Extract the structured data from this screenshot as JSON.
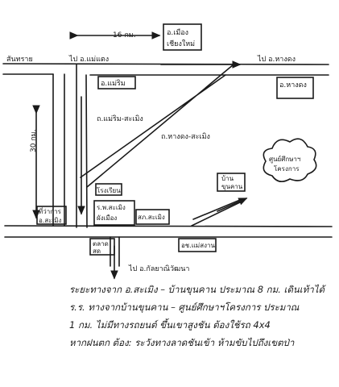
{
  "colors": {
    "ink": "#1a1a1a",
    "paper": "#ffffff"
  },
  "distances": {
    "top": "16 กม.",
    "left": "30 กม."
  },
  "places": {
    "mueang_chiangmai": [
      "อ.เมือง",
      "เชียงใหม่"
    ],
    "mae_rim": "อ.แม่ริม",
    "hang_dong": "อ.หางดง",
    "ban_khun_khan": [
      "บ้าน",
      "ขุนคาน"
    ],
    "samoeng_office": [
      "ที่ว่าการ",
      "อ.สะเมิง"
    ],
    "school": "โรงเรียน",
    "hospital": [
      "ร.พ.สะเมิง",
      "ผังเมือง"
    ],
    "police": "สภ.สะเมิง",
    "market": [
      "ตลาด",
      "สด"
    ],
    "mae_sangan": "อช.แม่สงาน",
    "reserve_center": [
      "ศูนย์ศึกษาฯ",
      "โครงการ"
    ]
  },
  "road_labels": {
    "top_left": "สันทราย",
    "to_mae_rim": "ไป อ.แม่แตง",
    "to_hang_dong": "ไป อ.หางดง",
    "mae_rim_samoeng": "ถ.แม่ริม-สะเมิง",
    "hang_dong_samoeng": "ถ.หางดง-สะเมิง",
    "to_kalyani": "ไป อ.กัลยาณิวัฒนา"
  },
  "notes": [
    "ระยะทางจาก อ.สะเมิง – บ้านขุนคาน ประมาณ 8 กม. เดินเท้าได้",
    "ร.ร. ทางจากบ้านขุนคาน – ศูนย์ศึกษาฯโครงการ ประมาณ",
    "1 กม. ไม่มีทางรถยนต์ ขึ้นเขาสูงชัน ต้องใช้รถ 4x4",
    "หากฝนตก ต้อง: ระวังทางลาดชันเข้า ห้ามขับไปถึงเขตป่า"
  ]
}
